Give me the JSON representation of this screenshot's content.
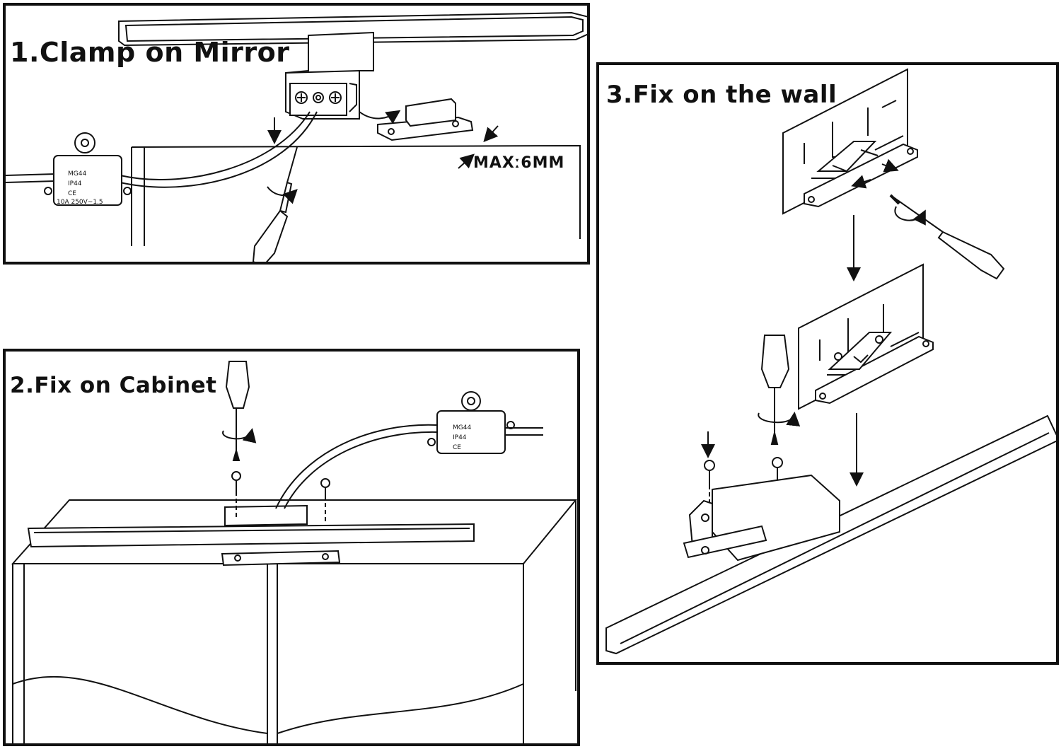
{
  "panels": [
    {
      "id": "step-1",
      "title": "1.Clamp on Mirror",
      "labels": {
        "max_thickness": "MAXː6MM"
      }
    },
    {
      "id": "step-2",
      "title": "2.Fix on Cabinet"
    },
    {
      "id": "step-3",
      "title": "3.Fix on the wall"
    }
  ],
  "driver_box": {
    "line1": "MG44",
    "line2": "IP44",
    "line3": "10A 250V~1.5",
    "ce": "CE"
  },
  "colors": {
    "line": "#111111",
    "background": "#ffffff"
  }
}
